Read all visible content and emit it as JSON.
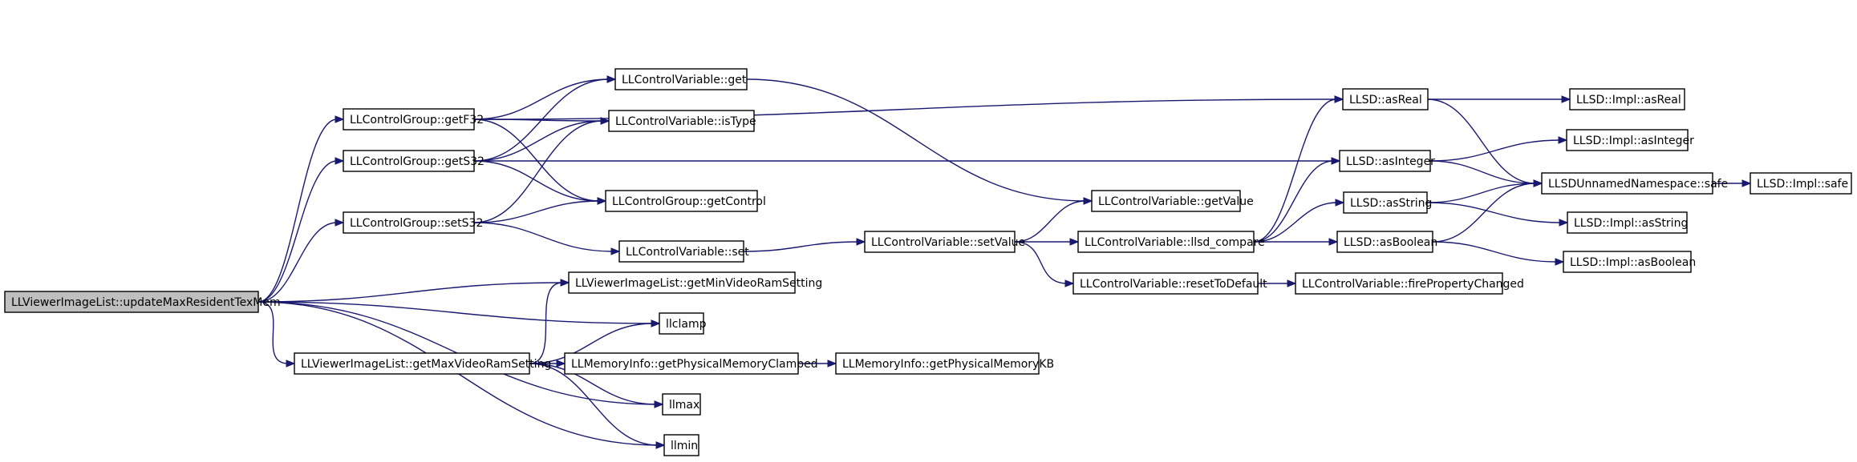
{
  "graph": {
    "edge_color": "#191970",
    "root_fill": "#bfbfbf",
    "node_fill": "#ffffff",
    "nodes": [
      {
        "id": "root",
        "label": "LLViewerImageList::updateMaxResidentTexMem",
        "root": true
      },
      {
        "id": "getF32",
        "label": "LLControlGroup::getF32"
      },
      {
        "id": "getS32",
        "label": "LLControlGroup::getS32"
      },
      {
        "id": "setS32",
        "label": "LLControlGroup::setS32"
      },
      {
        "id": "getMax",
        "label": "LLViewerImageList::getMaxVideoRamSetting"
      },
      {
        "id": "cvGet",
        "label": "LLControlVariable::get"
      },
      {
        "id": "cvIsType",
        "label": "LLControlVariable::isType"
      },
      {
        "id": "cgGetControl",
        "label": "LLControlGroup::getControl"
      },
      {
        "id": "cvSet",
        "label": "LLControlVariable::set"
      },
      {
        "id": "getMin",
        "label": "LLViewerImageList::getMinVideoRamSetting"
      },
      {
        "id": "llclamp",
        "label": "llclamp"
      },
      {
        "id": "physClamped",
        "label": "LLMemoryInfo::getPhysicalMemoryClamped"
      },
      {
        "id": "llmax",
        "label": "llmax"
      },
      {
        "id": "llmin",
        "label": "llmin"
      },
      {
        "id": "physKB",
        "label": "LLMemoryInfo::getPhysicalMemoryKB"
      },
      {
        "id": "cvSetValue",
        "label": "LLControlVariable::setValue"
      },
      {
        "id": "cvGetValue",
        "label": "LLControlVariable::getValue"
      },
      {
        "id": "cvCompare",
        "label": "LLControlVariable::llsd_compare"
      },
      {
        "id": "cvReset",
        "label": "LLControlVariable::resetToDefault"
      },
      {
        "id": "cvFire",
        "label": "LLControlVariable::firePropertyChanged"
      },
      {
        "id": "asReal",
        "label": "LLSD::asReal"
      },
      {
        "id": "asInteger",
        "label": "LLSD::asInteger"
      },
      {
        "id": "asString",
        "label": "LLSD::asString"
      },
      {
        "id": "asBoolean",
        "label": "LLSD::asBoolean"
      },
      {
        "id": "implAsReal",
        "label": "LLSD::Impl::asReal"
      },
      {
        "id": "implAsInteger",
        "label": "LLSD::Impl::asInteger"
      },
      {
        "id": "safe",
        "label": "LLSDUnnamedNamespace::safe"
      },
      {
        "id": "implAsString",
        "label": "LLSD::Impl::asString"
      },
      {
        "id": "implAsBoolean",
        "label": "LLSD::Impl::asBoolean"
      },
      {
        "id": "implSafe",
        "label": "LLSD::Impl::safe"
      }
    ],
    "edges": [
      [
        "root",
        "getF32"
      ],
      [
        "root",
        "getS32"
      ],
      [
        "root",
        "setS32"
      ],
      [
        "root",
        "getMax"
      ],
      [
        "root",
        "getMin"
      ],
      [
        "root",
        "llclamp"
      ],
      [
        "root",
        "llmax"
      ],
      [
        "root",
        "llmin"
      ],
      [
        "getF32",
        "asReal"
      ],
      [
        "getF32",
        "cvGet"
      ],
      [
        "getF32",
        "cvIsType"
      ],
      [
        "getF32",
        "cgGetControl"
      ],
      [
        "getS32",
        "cvGet"
      ],
      [
        "getS32",
        "cvIsType"
      ],
      [
        "getS32",
        "asInteger"
      ],
      [
        "getS32",
        "cgGetControl"
      ],
      [
        "setS32",
        "cvIsType"
      ],
      [
        "setS32",
        "cgGetControl"
      ],
      [
        "setS32",
        "cvSet"
      ],
      [
        "getMax",
        "getMin"
      ],
      [
        "getMax",
        "llclamp"
      ],
      [
        "getMax",
        "physClamped"
      ],
      [
        "getMax",
        "llmax"
      ],
      [
        "getMax",
        "llmin"
      ],
      [
        "physClamped",
        "physKB"
      ],
      [
        "cvGet",
        "cvGetValue"
      ],
      [
        "cvSet",
        "cvSetValue"
      ],
      [
        "cvSetValue",
        "cvGetValue"
      ],
      [
        "cvSetValue",
        "cvCompare"
      ],
      [
        "cvSetValue",
        "cvReset"
      ],
      [
        "cvReset",
        "cvFire"
      ],
      [
        "cvCompare",
        "asReal"
      ],
      [
        "cvCompare",
        "asInteger"
      ],
      [
        "cvCompare",
        "asString"
      ],
      [
        "cvCompare",
        "asBoolean"
      ],
      [
        "asReal",
        "implAsReal"
      ],
      [
        "asReal",
        "safe"
      ],
      [
        "asInteger",
        "implAsInteger"
      ],
      [
        "asInteger",
        "safe"
      ],
      [
        "asString",
        "safe"
      ],
      [
        "asString",
        "implAsString"
      ],
      [
        "asBoolean",
        "safe"
      ],
      [
        "asBoolean",
        "implAsBoolean"
      ],
      [
        "safe",
        "implSafe"
      ]
    ]
  }
}
